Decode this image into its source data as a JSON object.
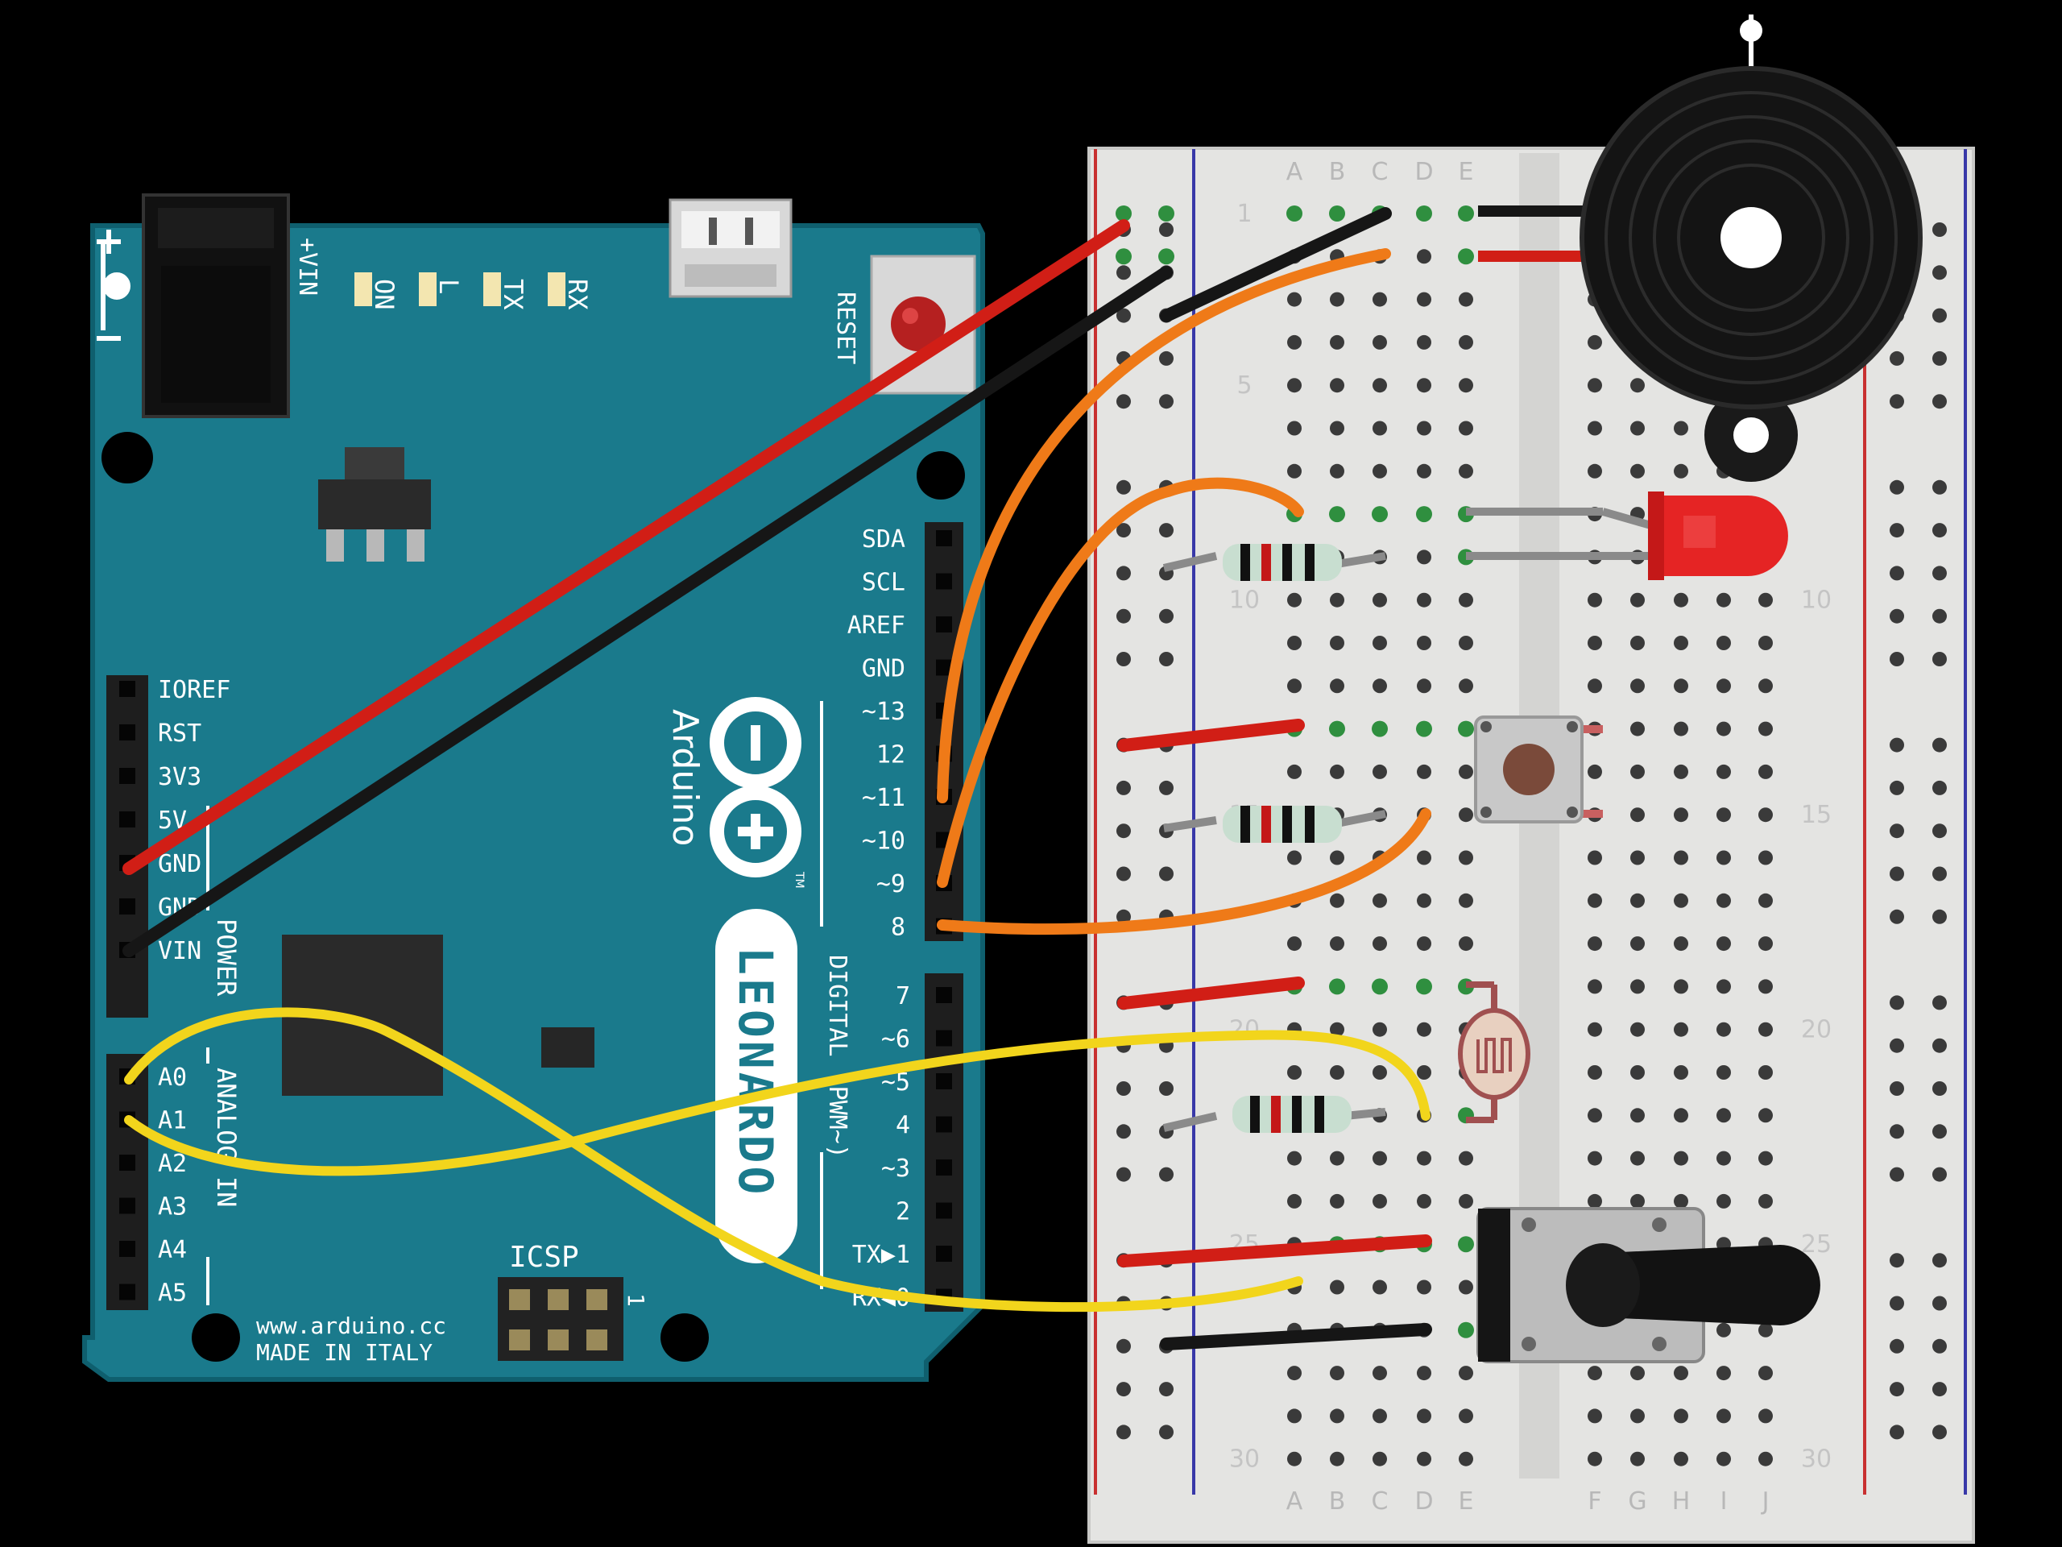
{
  "colors": {
    "background": "#000000",
    "board": "#1a7a8c",
    "board_edge": "#0f5f6e",
    "breadboard": "#e4e4e2",
    "wire_red": "#d11e16",
    "wire_black": "#161616",
    "wire_orange": "#ef7a18",
    "wire_yellow": "#f2d51c",
    "led": "#e52424",
    "rail_red": "#c83030",
    "rail_blue": "#3838a8"
  },
  "board": {
    "name": "Arduino",
    "model": "LEONARDO",
    "url": "www.arduino.cc",
    "made_in": "MADE IN ITALY",
    "icsp": "ICSP",
    "icsp_one": "1",
    "reset": "RESET",
    "vin_label": "+VIN",
    "tm": "TM",
    "digital_section": "DIGITAL (PWM~)",
    "power_section": "POWER",
    "analog_section": "ANALOG IN",
    "leds": [
      "ON",
      "L",
      "TX",
      "RX"
    ],
    "digital_pins_top": [
      "SDA",
      "SCL",
      "AREF",
      "GND",
      "~13",
      "12",
      "~11",
      "~10",
      "~9",
      "8"
    ],
    "digital_pins_bottom": [
      "7",
      "~6",
      "~5",
      "4",
      "~3",
      "2",
      "TX▶1",
      "RX◀0"
    ],
    "power_pins": [
      "IOREF",
      "RST",
      "3V3",
      "5V",
      "GND",
      "GND",
      "VIN"
    ],
    "analog_pins": [
      "A0",
      "A1",
      "A2",
      "A3",
      "A4",
      "A5"
    ]
  },
  "breadboard": {
    "columns_left": [
      "A",
      "B",
      "C",
      "D",
      "E"
    ],
    "columns_right": [
      "F",
      "G",
      "H",
      "I",
      "J"
    ],
    "row_numbers": [
      "1",
      "5",
      "10",
      "15",
      "20",
      "25",
      "30"
    ]
  },
  "components": [
    "piezo-buzzer",
    "red-led",
    "pushbutton",
    "photoresistor",
    "potentiometer",
    "resistor",
    "resistor",
    "resistor"
  ]
}
